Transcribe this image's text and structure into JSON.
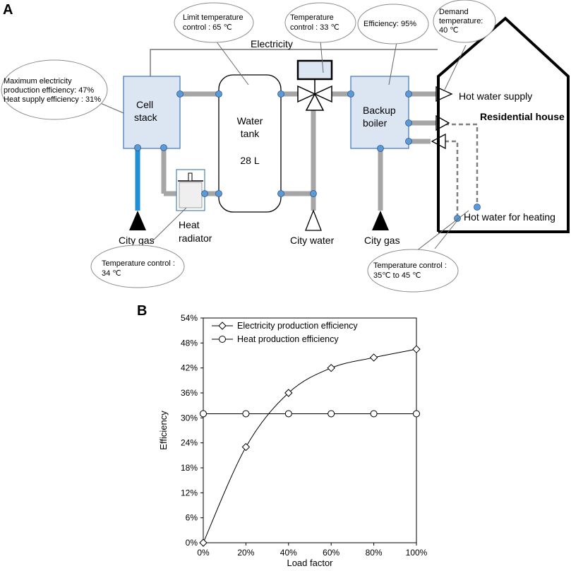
{
  "panel_a_label": "A",
  "panel_b_label": "B",
  "diagram": {
    "electricity_label": "Electricity",
    "components": {
      "cell_stack": [
        "Cell",
        "stack"
      ],
      "water_tank": [
        "Water",
        "tank"
      ],
      "water_tank_volume": "28 L",
      "heat_radiator": [
        "Heat",
        "radiator"
      ],
      "backup_boiler": [
        "Backup",
        "boiler"
      ]
    },
    "io_labels": {
      "city_gas_left": "City gas",
      "city_water": "City water",
      "city_gas_right": "City gas",
      "hot_water_supply": "Hot water supply",
      "hot_water_heating": "Hot water for heating",
      "residential_house": "Residential house"
    },
    "callouts": {
      "max_efficiency": [
        "Maximum electricity",
        "production efficiency: 47%",
        "Heat supply efficiency : 31%"
      ],
      "limit_temp": [
        "Limit temperature",
        "control : 65 ℃"
      ],
      "valve_temp": [
        "Temperature",
        "control : 33 ℃"
      ],
      "boiler_eff": [
        "Efficiency: 95%"
      ],
      "demand_temp": [
        "Demand",
        "temperature:",
        "40 ℃"
      ],
      "radiator_temp": [
        "Temperature control :",
        "34 ℃"
      ],
      "heating_temp": [
        "Temperature control :",
        "35℃ to 45 ℃"
      ]
    },
    "colors": {
      "component_fill": "#dce6f2",
      "component_stroke": "#4a7ebb",
      "pipe_gray": "#a6a6a6",
      "pipe_blue": "#1f8fd6",
      "node_fill": "#5b9bd5"
    }
  },
  "chart_data": {
    "type": "line",
    "title": "",
    "xlabel": "Load factor",
    "ylabel": "Efficiency",
    "x": [
      0,
      20,
      40,
      60,
      80,
      100
    ],
    "x_tick_labels": [
      "0%",
      "20%",
      "40%",
      "60%",
      "80%",
      "100%"
    ],
    "y_tick_labels": [
      "0%",
      "6%",
      "12%",
      "18%",
      "24%",
      "30%",
      "36%",
      "42%",
      "48%",
      "54%"
    ],
    "xlim": [
      0,
      100
    ],
    "ylim": [
      0,
      54
    ],
    "grid": false,
    "legend_position": "top-left",
    "series": [
      {
        "name": "Electricity production efficiency",
        "marker": "diamond",
        "values": [
          0,
          23,
          36,
          42,
          44.5,
          46.5
        ]
      },
      {
        "name": "Heat production efficiency",
        "marker": "circle",
        "values": [
          31,
          31,
          31,
          31,
          31,
          31
        ]
      }
    ]
  }
}
